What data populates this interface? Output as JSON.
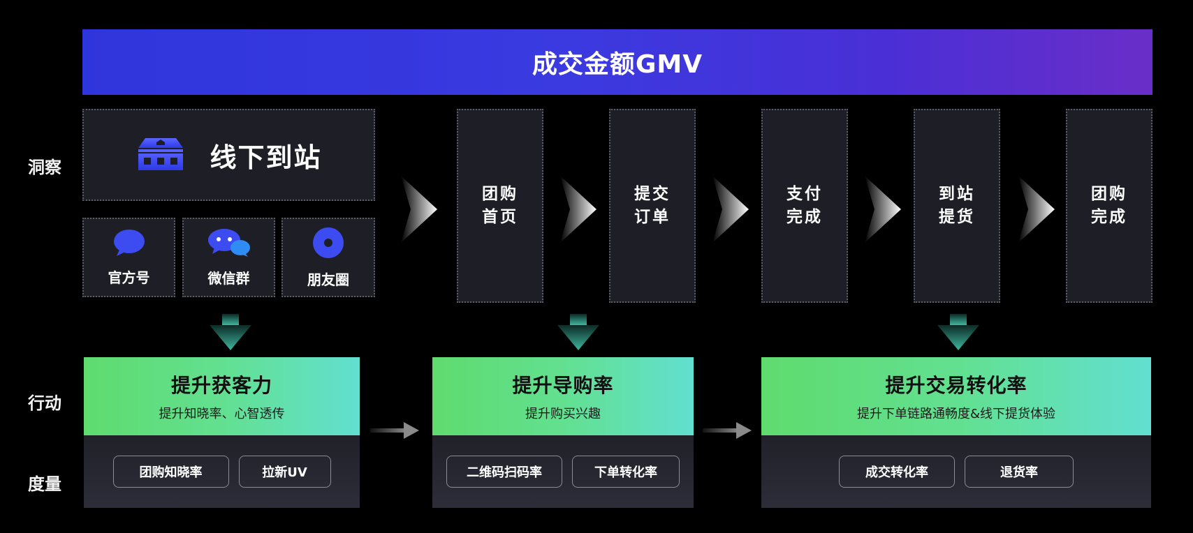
{
  "banner": {
    "title": "成交金额GMV"
  },
  "row_labels": {
    "insight": "洞察",
    "action": "行动",
    "measure": "度量"
  },
  "insight": {
    "offline": {
      "title": "线下到站",
      "icon": "store-icon"
    },
    "channels": [
      {
        "label": "官方号",
        "icon": "chat-bubble-icon"
      },
      {
        "label": "微信群",
        "icon": "wechat-icon"
      },
      {
        "label": "朋友圈",
        "icon": "moments-icon"
      }
    ],
    "steps": [
      {
        "line1": "团购",
        "line2": "首页"
      },
      {
        "line1": "提交",
        "line2": "订单"
      },
      {
        "line1": "支付",
        "line2": "完成"
      },
      {
        "line1": "到站",
        "line2": "提货"
      },
      {
        "line1": "团购",
        "line2": "完成"
      }
    ]
  },
  "actions": [
    {
      "title": "提升获客力",
      "subtitle": "提升知晓率、心智透传",
      "metrics": [
        "团购知晓率",
        "拉新UV"
      ]
    },
    {
      "title": "提升导购率",
      "subtitle": "提升购买兴趣",
      "metrics": [
        "二维码扫码率",
        "下单转化率"
      ]
    },
    {
      "title": "提升交易转化率",
      "subtitle": "提升下单链路通畅度&线下提货体验",
      "metrics": [
        "成交转化率",
        "退货率"
      ]
    }
  ],
  "colors": {
    "banner_start": "#2f35dc",
    "banner_end": "#6a2ec8",
    "action_green": "#5fdb6e",
    "action_teal": "#62dfd0",
    "box_bg": "#1e1f26",
    "icon_blue": "#3d4cf0"
  }
}
